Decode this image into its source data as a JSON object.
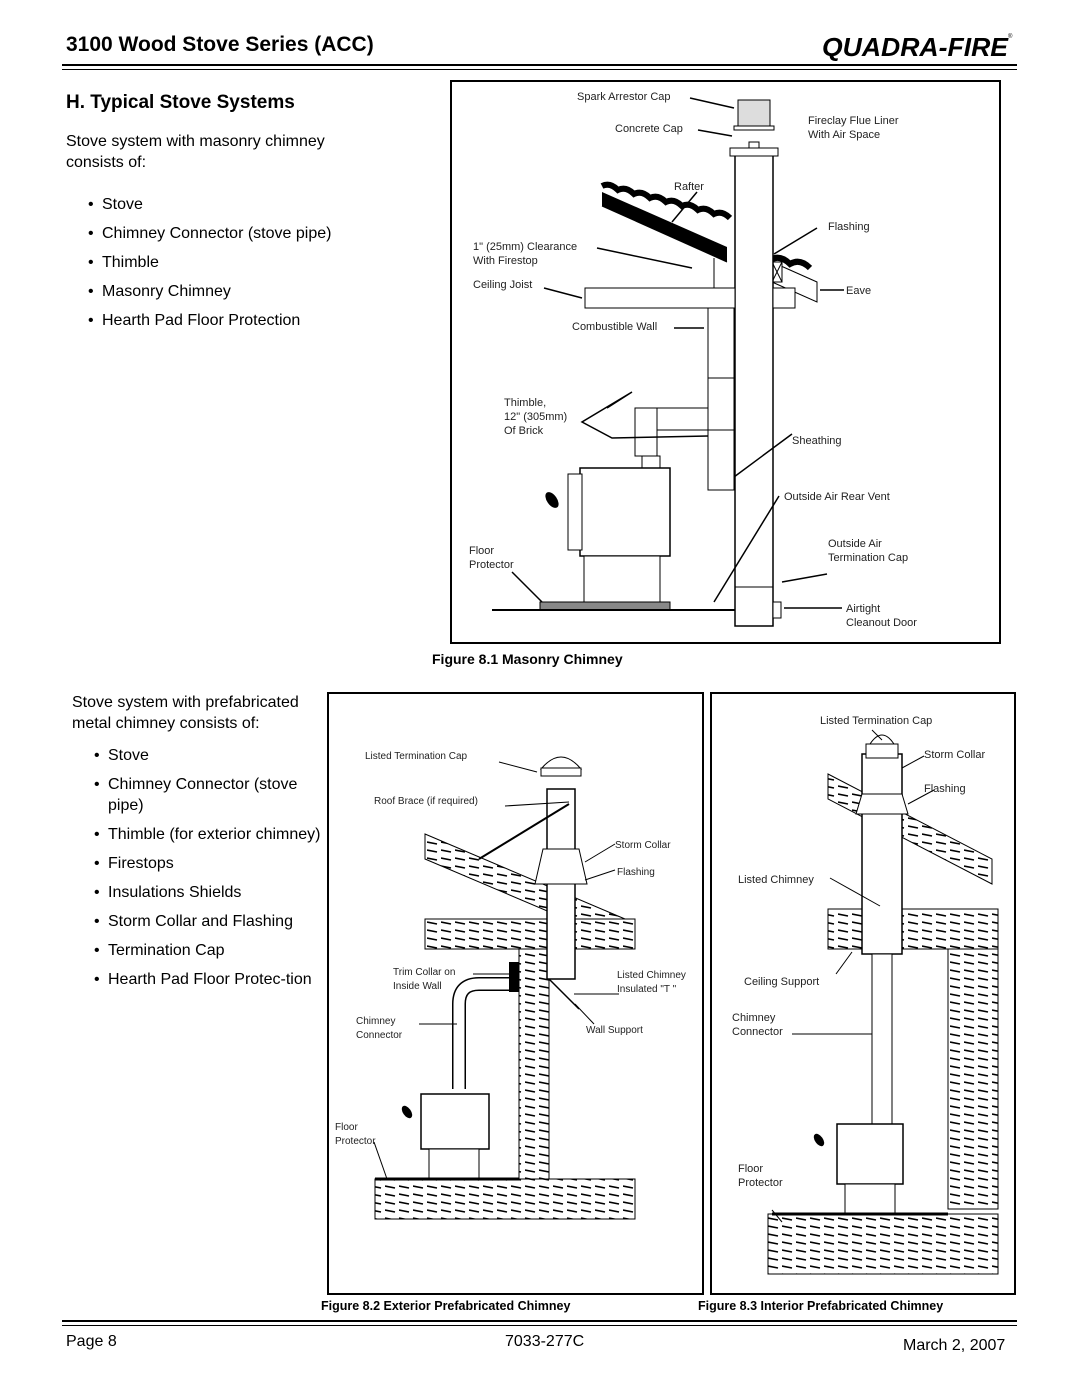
{
  "header": {
    "title": "3100 Wood Stove Series (ACC)",
    "brand": "QUADRA-FIRE"
  },
  "section": {
    "title": "H.  Typical Stove Systems"
  },
  "masonry": {
    "intro": "Stove system with masonry chimney consists of:",
    "items": [
      "Stove",
      "Chimney Connector (stove pipe)",
      "Thimble",
      "Masonry Chimney",
      "Hearth Pad Floor Protection"
    ]
  },
  "prefab": {
    "intro": "Stove system with prefabricated metal chimney consists of:",
    "items": [
      "Stove",
      "Chimney Connector (stove pipe)",
      "Thimble (for exterior chimney)",
      "Firestops",
      "Insulations Shields",
      "Storm Collar and Flashing",
      "Termination Cap",
      "Hearth Pad Floor Protec-tion"
    ]
  },
  "fig1": {
    "caption": "Figure 8.1  Masonry Chimney",
    "labels": {
      "spark_arrestor": "Spark Arrestor Cap",
      "concrete_cap": "Concrete Cap",
      "fireclay": "Fireclay Flue Liner\nWith Air Space",
      "rafter": "Rafter",
      "flashing": "Flashing",
      "clearance": "1\" (25mm) Clearance\nWith Firestop",
      "ceiling_joist": "Ceiling Joist",
      "eave": "Eave",
      "combustible_wall": "Combustible Wall",
      "thimble": "Thimble,\n12\" (305mm)\nOf Brick",
      "sheathing": "Sheathing",
      "outside_air_vent": "Outside Air Rear Vent",
      "floor_protector": "Floor\nProtector",
      "outside_air_cap": "Outside Air\nTermination Cap",
      "cleanout": "Airtight\nCleanout Door"
    }
  },
  "fig2": {
    "caption": "Figure 8.2  Exterior Prefabricated Chimney",
    "labels": {
      "termination_cap": "Listed Termination Cap",
      "roof_brace": "Roof Brace (if required)",
      "storm_collar": "Storm Collar",
      "flashing": "Flashing",
      "trim_collar": "Trim Collar on\nInside Wall",
      "listed_chimney": "Listed Chimney\nInsulated \"T \"",
      "chimney_connector": "Chimney\nConnector",
      "wall_support": "Wall Support",
      "floor_protector": "Floor\nProtector"
    }
  },
  "fig3": {
    "caption": "Figure 8.3  Interior Prefabricated Chimney",
    "labels": {
      "termination_cap": "Listed Termination Cap",
      "storm_collar": "Storm Collar",
      "flashing": "Flashing",
      "listed_chimney": "Listed Chimney",
      "ceiling_support": "Ceiling Support",
      "chimney_connector": "Chimney\nConnector",
      "floor_protector": "Floor\nProtector"
    }
  },
  "footer": {
    "page": "Page  8",
    "doc": "7033-277C",
    "date": "March 2, 2007"
  }
}
